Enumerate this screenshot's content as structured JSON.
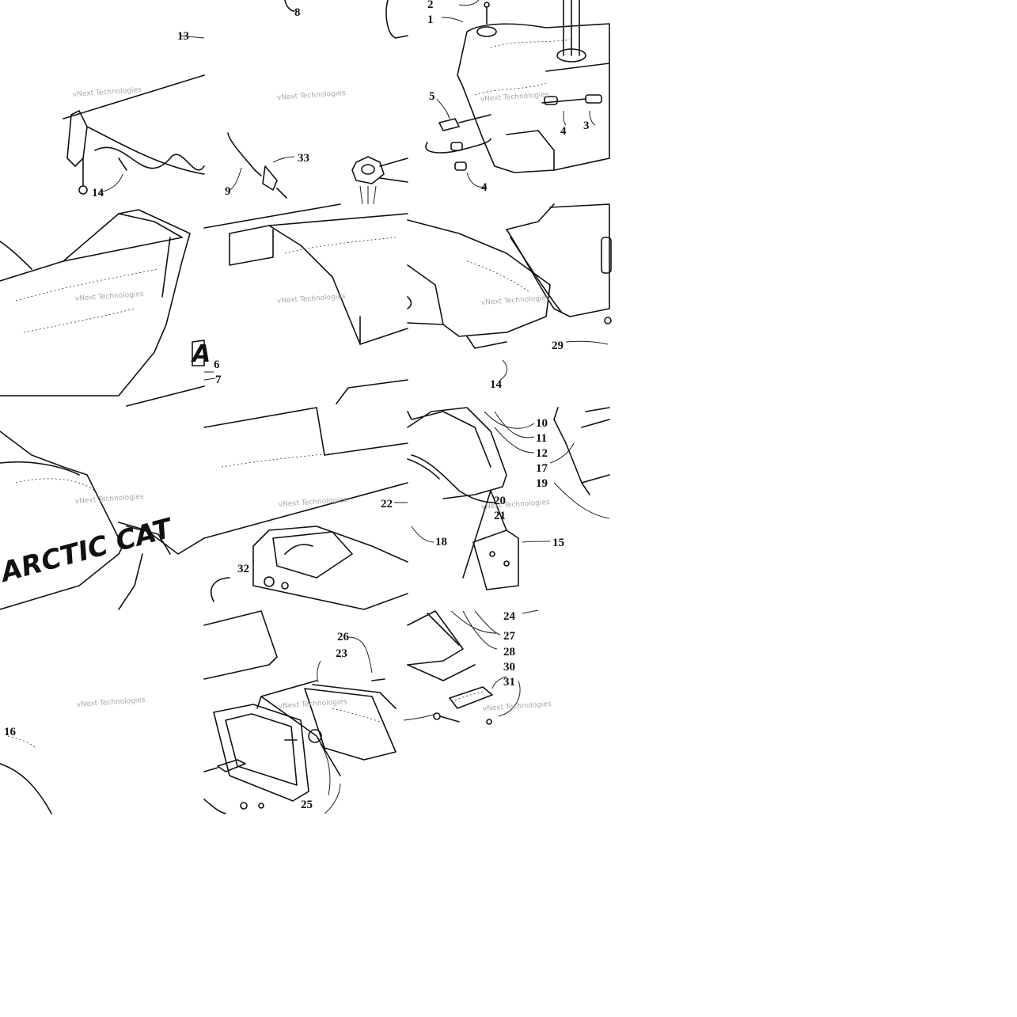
{
  "callouts": {
    "c1": "1",
    "c2": "2",
    "c3": "3",
    "c4a": "4",
    "c4b": "4",
    "c5": "5",
    "c6": "6",
    "c7": "7",
    "c8": "8",
    "c9": "9",
    "c10": "10",
    "c11": "11",
    "c12": "12",
    "c13": "13",
    "c14a": "14",
    "c14b": "14",
    "c15": "15",
    "c16": "16",
    "c17": "17",
    "c18": "18",
    "c19": "19",
    "c20": "20",
    "c21": "21",
    "c22": "22",
    "c23": "23",
    "c24": "24",
    "c25": "25",
    "c26": "26",
    "c27": "27",
    "c28": "28",
    "c29": "29",
    "c30": "30",
    "c31": "31",
    "c32": "32",
    "c33": "33"
  },
  "watermark": "vNext Technologies",
  "brand_text": "ARCTIC CAT",
  "hood_letter": "A"
}
